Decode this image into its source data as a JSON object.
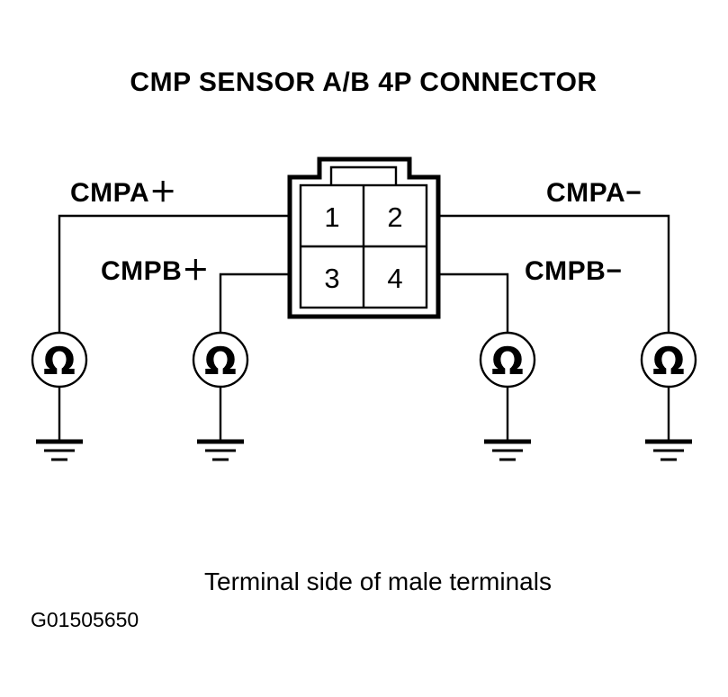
{
  "title": "CMP SENSOR A/B 4P CONNECTOR",
  "caption": "Terminal side of male terminals",
  "figure_code": "G01505650",
  "colors": {
    "ink": "#000000",
    "background": "#ffffff"
  },
  "connector": {
    "name": "CMP SENSOR A/B 4P CONNECTOR",
    "pin_count": 4,
    "view": "Terminal side of male terminals",
    "pins": [
      {
        "number": "1",
        "position": "top-left"
      },
      {
        "number": "2",
        "position": "top-right"
      },
      {
        "number": "3",
        "position": "bottom-left"
      },
      {
        "number": "4",
        "position": "bottom-right"
      }
    ]
  },
  "labels": {
    "left_top": "CMPA＋",
    "left_bottom": "CMPB＋",
    "right_top": "CMPA−",
    "right_bottom": "CMPB−"
  },
  "meters": [
    {
      "id": "meter-cmpa-plus",
      "symbol": "Ω",
      "connects_to_pin": "1",
      "side": "left"
    },
    {
      "id": "meter-cmpb-plus",
      "symbol": "Ω",
      "connects_to_pin": "3",
      "side": "left"
    },
    {
      "id": "meter-cmpb-minus",
      "symbol": "Ω",
      "connects_to_pin": "4",
      "side": "right"
    },
    {
      "id": "meter-cmpa-minus",
      "symbol": "Ω",
      "connects_to_pin": "2",
      "side": "right"
    }
  ],
  "icons": {
    "ohmmeter": "ohmmeter-icon",
    "ground": "ground-icon"
  }
}
